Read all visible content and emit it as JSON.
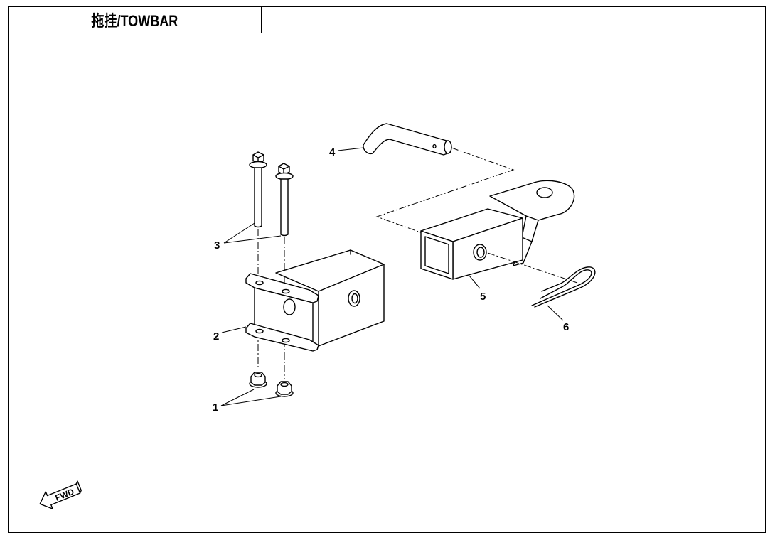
{
  "header": {
    "title": "拖挂/TOWBAR"
  },
  "parts": [
    {
      "id": "1",
      "label": "1",
      "icon": "flange-nut-icon"
    },
    {
      "id": "2",
      "label": "2",
      "icon": "receiver-bracket-icon"
    },
    {
      "id": "3",
      "label": "3",
      "icon": "flange-bolt-icon"
    },
    {
      "id": "4",
      "label": "4",
      "icon": "hitch-pin-icon"
    },
    {
      "id": "5",
      "label": "5",
      "icon": "ball-mount-drawbar-icon"
    },
    {
      "id": "6",
      "label": "6",
      "icon": "r-clip-icon"
    }
  ],
  "fwd_indicator": {
    "label": "FWD",
    "icon": "forward-arrow-icon"
  }
}
